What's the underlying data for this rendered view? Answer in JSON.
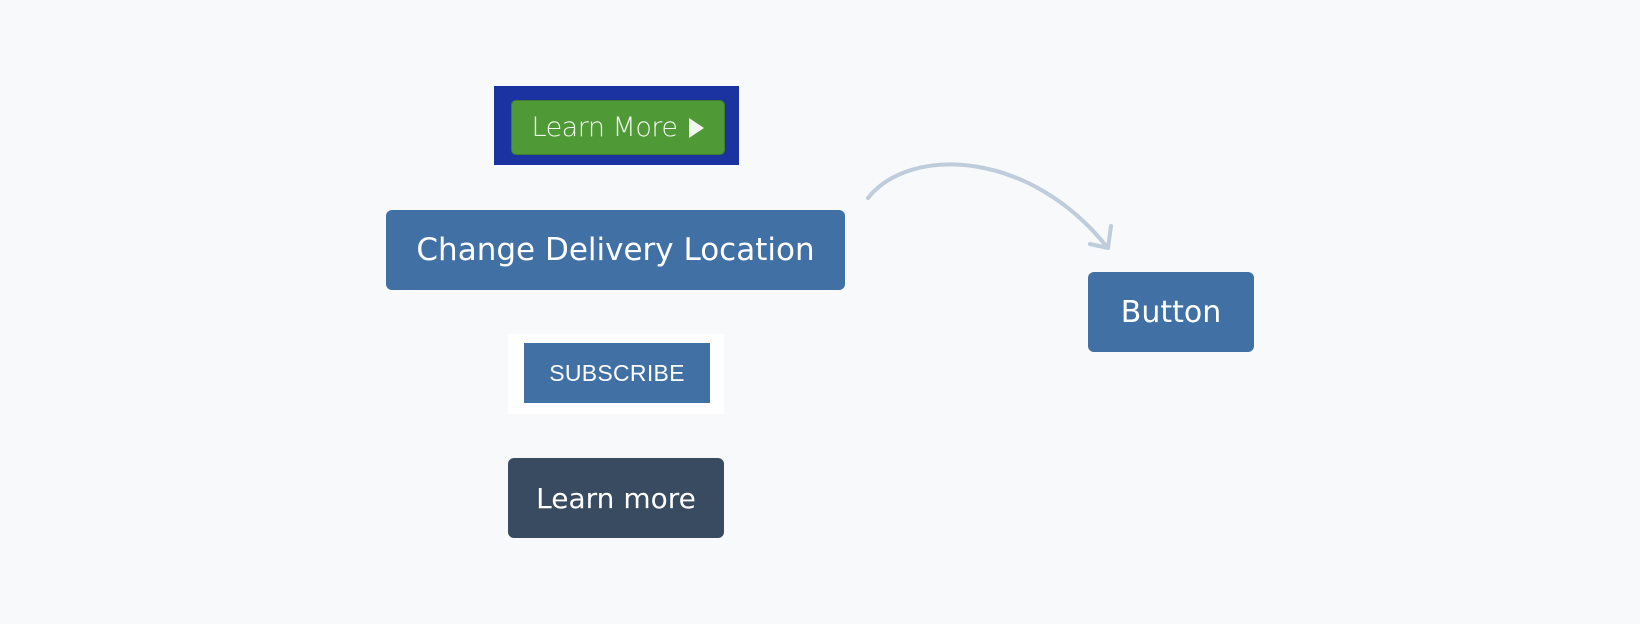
{
  "buttons": {
    "learn_more_green": "Learn More",
    "change_delivery_location": "Change Delivery Location",
    "subscribe": "SUBSCRIBE",
    "learn_more_dark": "Learn more",
    "generic": "Button"
  },
  "colors": {
    "background": "#f7f9fb",
    "banner_blue": "#1a33a0",
    "green": "#4f9a37",
    "primary_blue": "#4170a5",
    "dark_slate": "#384b61",
    "arrow": "#bfccdb"
  },
  "icons": {
    "play": "play-triangle-icon",
    "arrow": "curved-arrow-icon"
  }
}
